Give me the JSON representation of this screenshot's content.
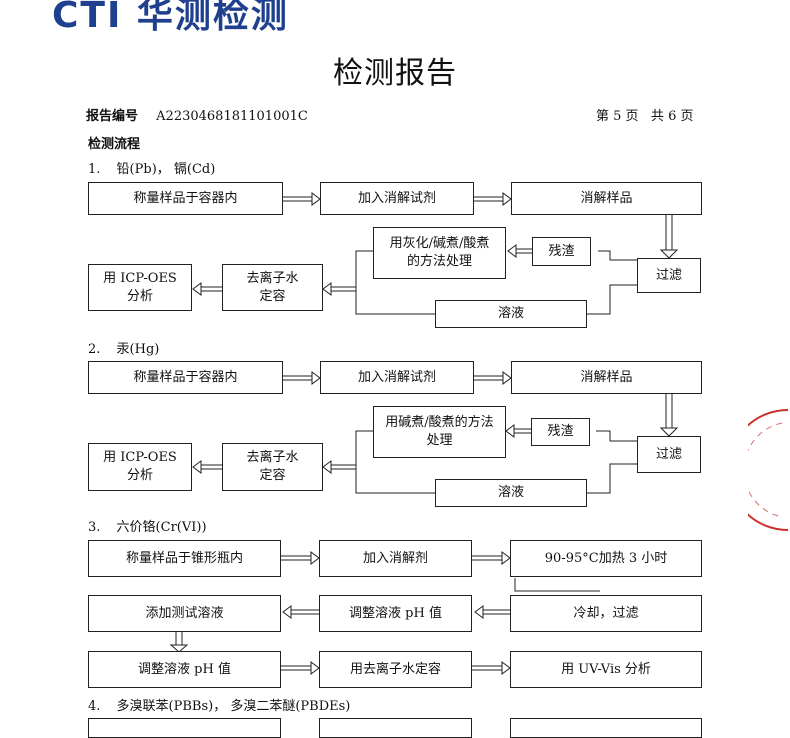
{
  "header": {
    "logo_text": "CTI 华测检测",
    "title": "检测报告"
  },
  "report": {
    "number_label": "报告编号",
    "number_value": "A2230468181101001C",
    "page_info": "第 5 页   共 6 页",
    "section_title": "检测流程"
  },
  "flow1": {
    "heading_num": "1.",
    "heading_text": "铅(Pb)，  镉(Cd)",
    "b1": "称量样品于容器内",
    "b2": "加入消解试剂",
    "b3": "消解样品",
    "b4": "用灰化/碱煮/酸煮\n的方法处理",
    "b5": "残渣",
    "b6": "过滤",
    "b7": "用 ICP-OES\n分析",
    "b8": "去离子水\n定容",
    "b9": "溶液"
  },
  "flow2": {
    "heading_num": "2.",
    "heading_text": "汞(Hg)",
    "b1": "称量样品于容器内",
    "b2": "加入消解试剂",
    "b3": "消解样品",
    "b4": "用碱煮/酸煮的方法\n处理",
    "b5": "残渣",
    "b6": "过滤",
    "b7": "用 ICP-OES\n分析",
    "b8": "去离子水\n定容",
    "b9": "溶液"
  },
  "flow3": {
    "heading_num": "3.",
    "heading_text": "六价铬(Cr(VI))",
    "b1": "称量样品于锥形瓶内",
    "b2": "加入消解剂",
    "b3": "90-95°C加热 3 小时",
    "b4": "添加测试溶液",
    "b5": "调整溶液 pH 值",
    "b6": "冷却，过滤",
    "b7": "调整溶液 pH 值",
    "b8": "用去离子水定容",
    "b9": "用 UV-Vis 分析"
  },
  "flow4": {
    "heading_num": "4.",
    "heading_text": "多溴联苯(PBBs)，  多溴二苯醚(PBDEs)"
  }
}
